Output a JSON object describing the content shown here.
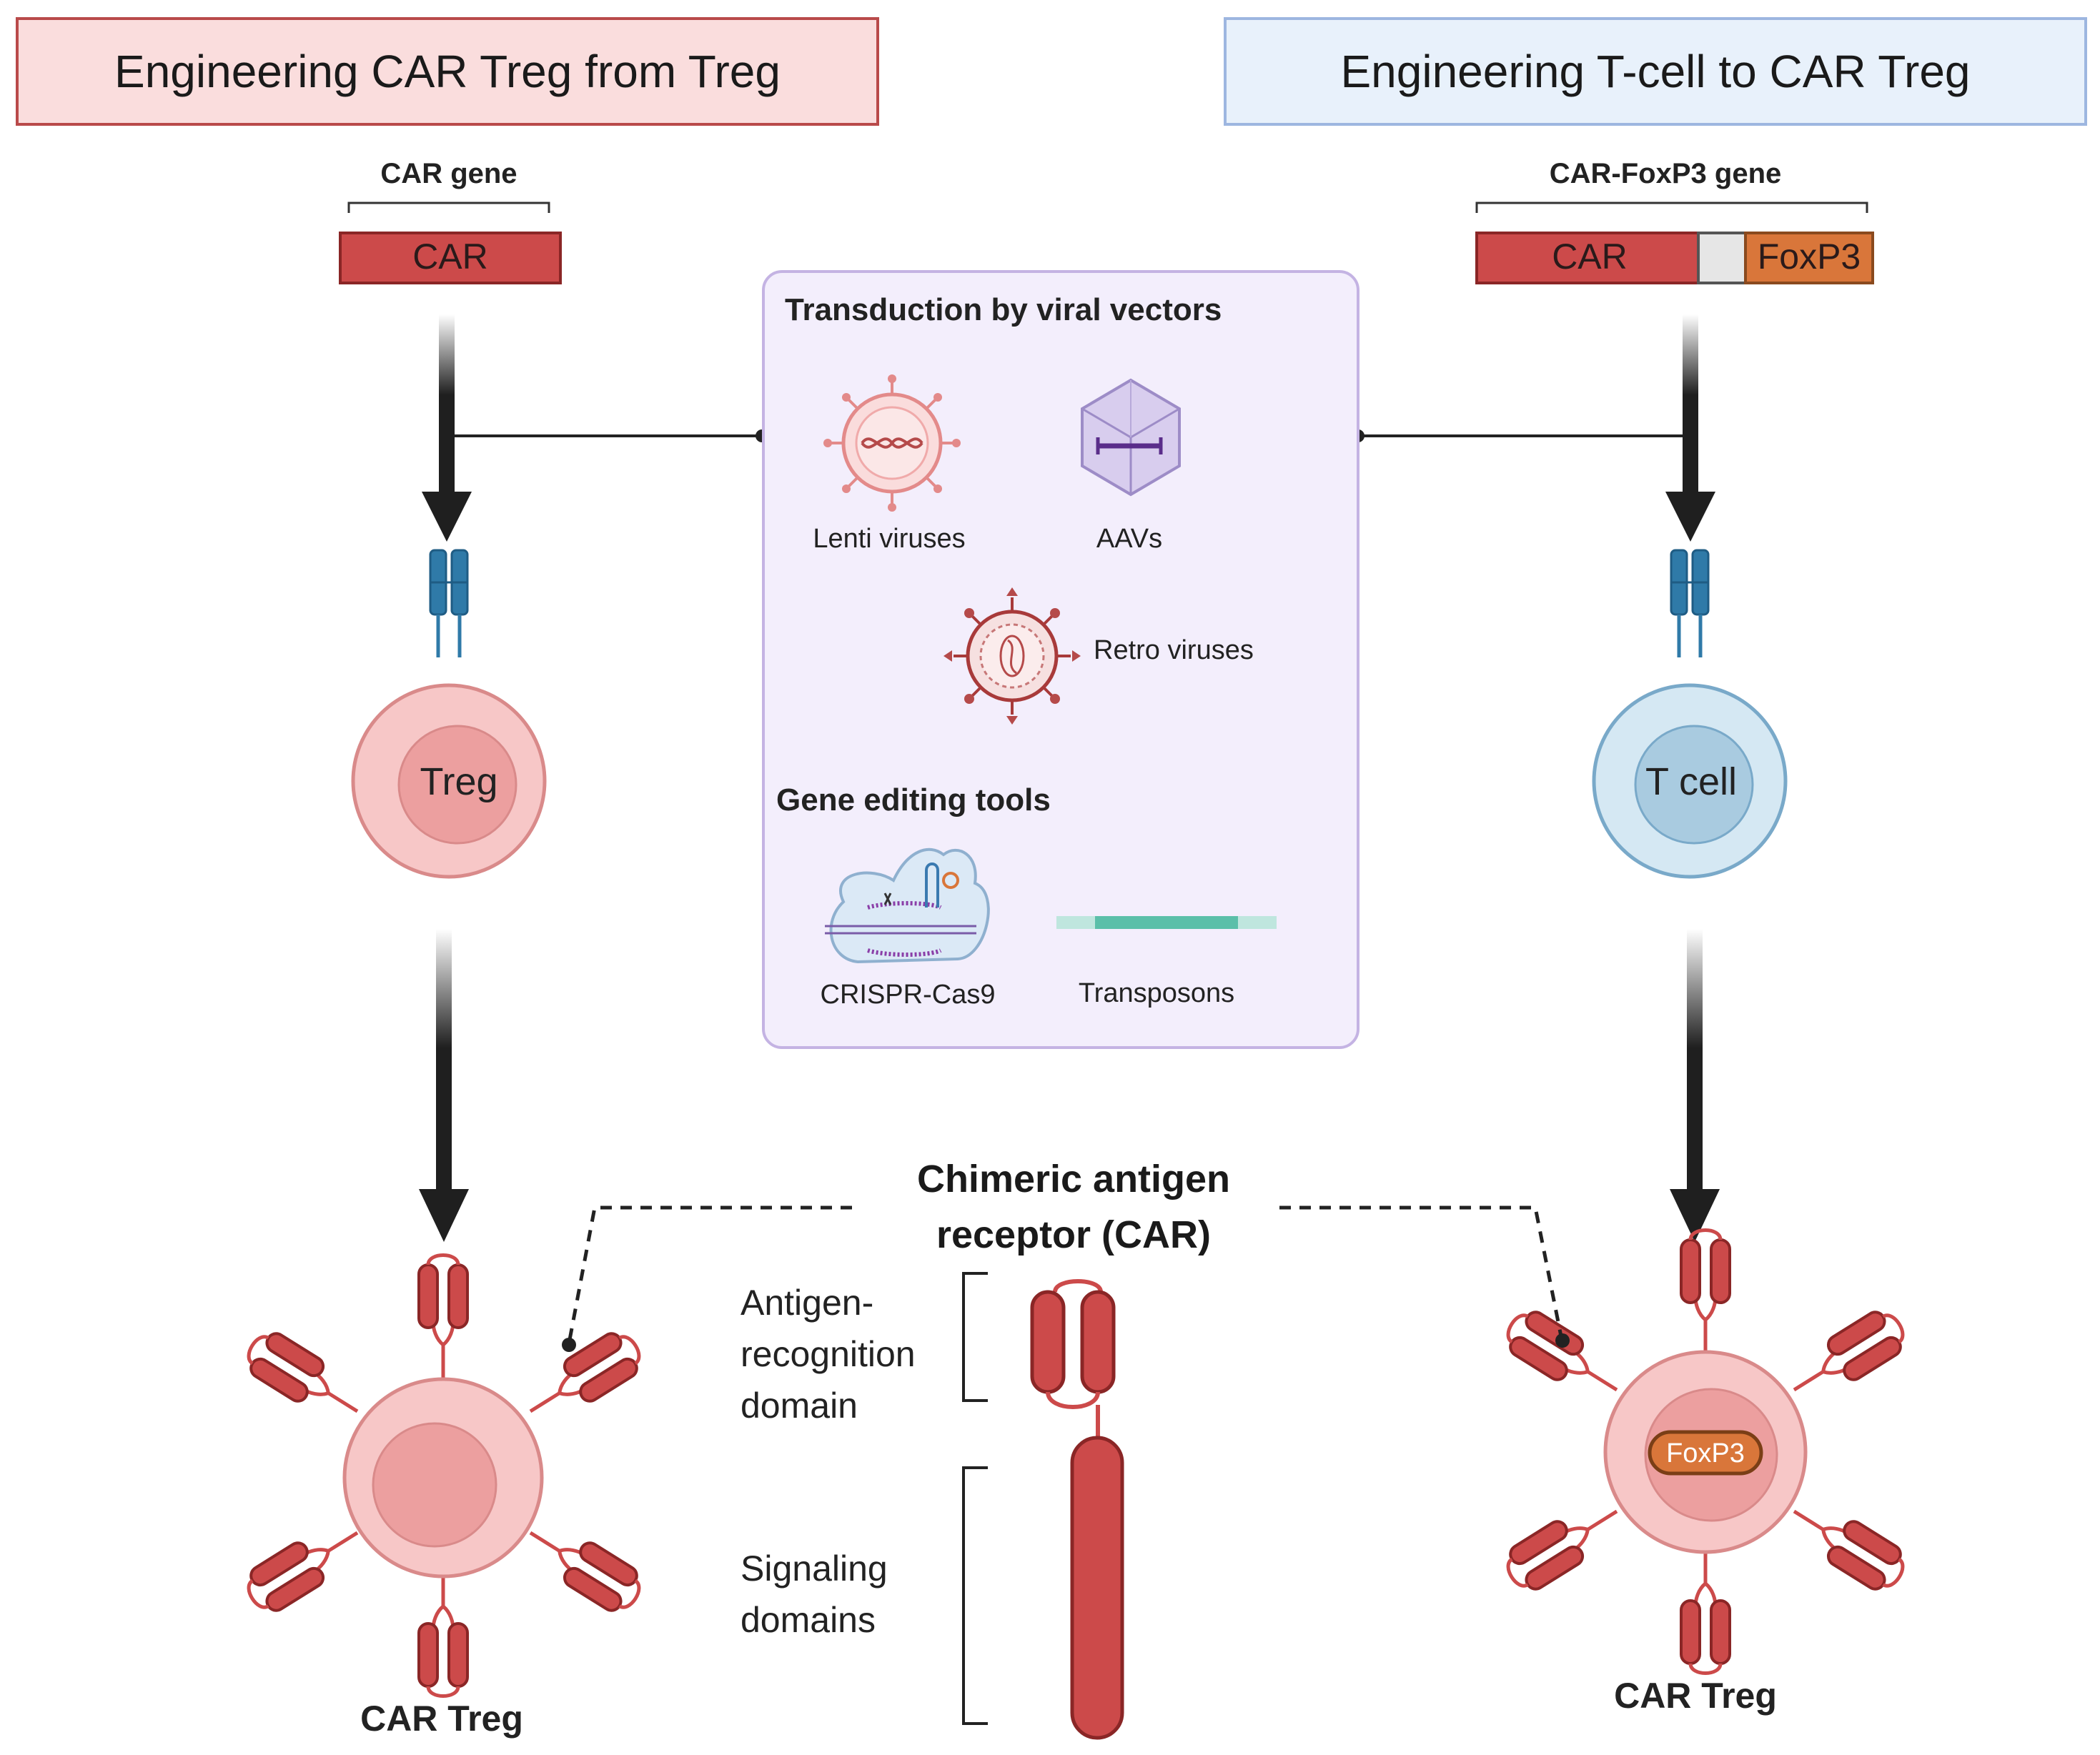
{
  "left_panel": {
    "title": "Engineering CAR Treg from Treg",
    "gene_label": "CAR gene",
    "gene_segment": "CAR",
    "cell_label": "Treg",
    "result_label": "CAR Treg"
  },
  "right_panel": {
    "title": "Engineering T-cell to CAR Treg",
    "gene_label": "CAR-FoxP3 gene",
    "gene_segment_car": "CAR",
    "gene_segment_foxp3": "FoxP3",
    "cell_label": "T cell",
    "nucleus_label": "FoxP3",
    "result_label": "CAR Treg"
  },
  "methods_box": {
    "transduction_heading": "Transduction by viral vectors",
    "lenti_label": "Lenti viruses",
    "aav_label": "AAVs",
    "retro_label": "Retro viruses",
    "gene_editing_heading": "Gene editing tools",
    "crispr_label": "CRISPR-Cas9",
    "transposon_label": "Transposons"
  },
  "car_structure": {
    "heading_line1": "Chimeric antigen",
    "heading_line2": "receptor (CAR)",
    "antigen_label_line1": "Antigen-",
    "antigen_label_line2": "recognition",
    "antigen_label_line3": "domain",
    "signaling_label_line1": "Signaling",
    "signaling_label_line2": "domains"
  },
  "colors": {
    "car_red": "#cc4a4a",
    "car_dark": "#8a2626",
    "treg_pink": "#f7c7c7",
    "tcell_blue": "#d5e8f3",
    "foxp3_orange": "#d9763a",
    "methods_bg": "#f3eefc",
    "receptor_blue": "#2f7aa8"
  }
}
